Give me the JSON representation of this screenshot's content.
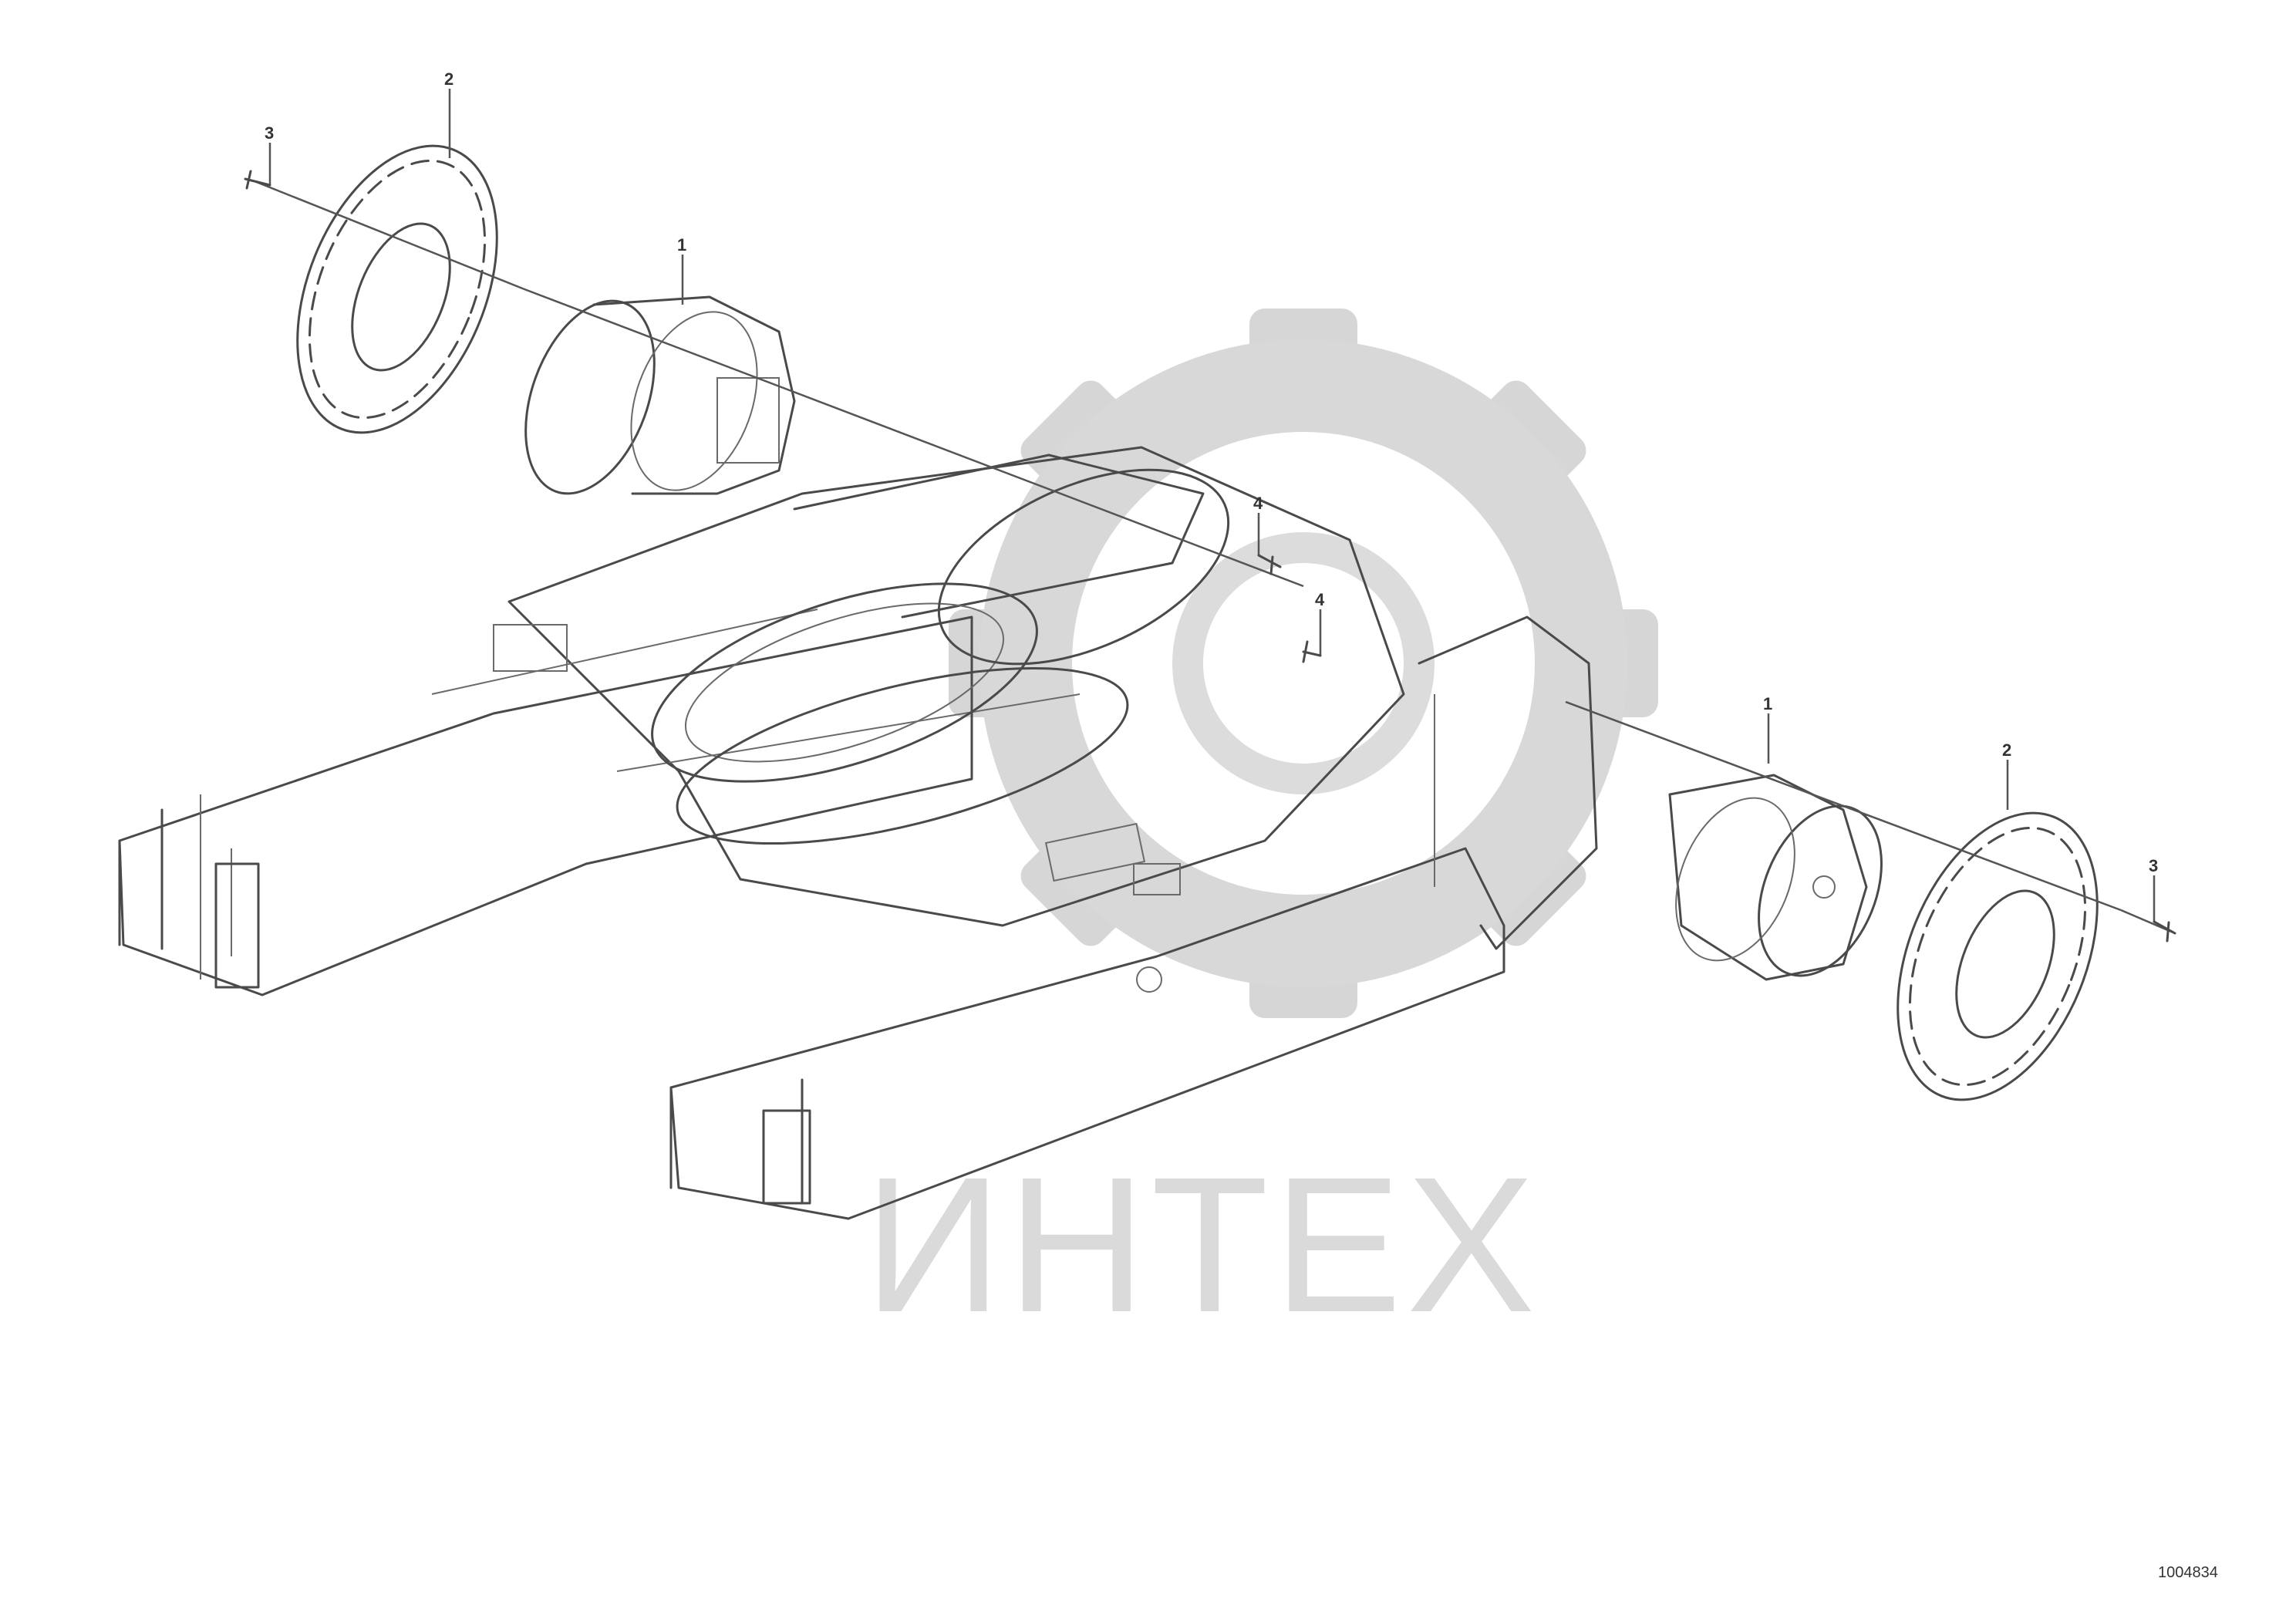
{
  "watermark": {
    "text": "ИНТЕХ"
  },
  "callouts": [
    {
      "id": "c1",
      "label": "2"
    },
    {
      "id": "c2",
      "label": "3"
    },
    {
      "id": "c3",
      "label": "1"
    },
    {
      "id": "c4",
      "label": "4"
    },
    {
      "id": "c5",
      "label": "4"
    },
    {
      "id": "c6",
      "label": "1"
    },
    {
      "id": "c7",
      "label": "2"
    },
    {
      "id": "c8",
      "label": "3"
    }
  ],
  "drawing_code": {
    "number": "1004834",
    "header": "",
    "subheader": ""
  },
  "colors": {
    "line": "#4a4a4a",
    "watermark": "#d6d6d6",
    "background": "#ffffff"
  }
}
